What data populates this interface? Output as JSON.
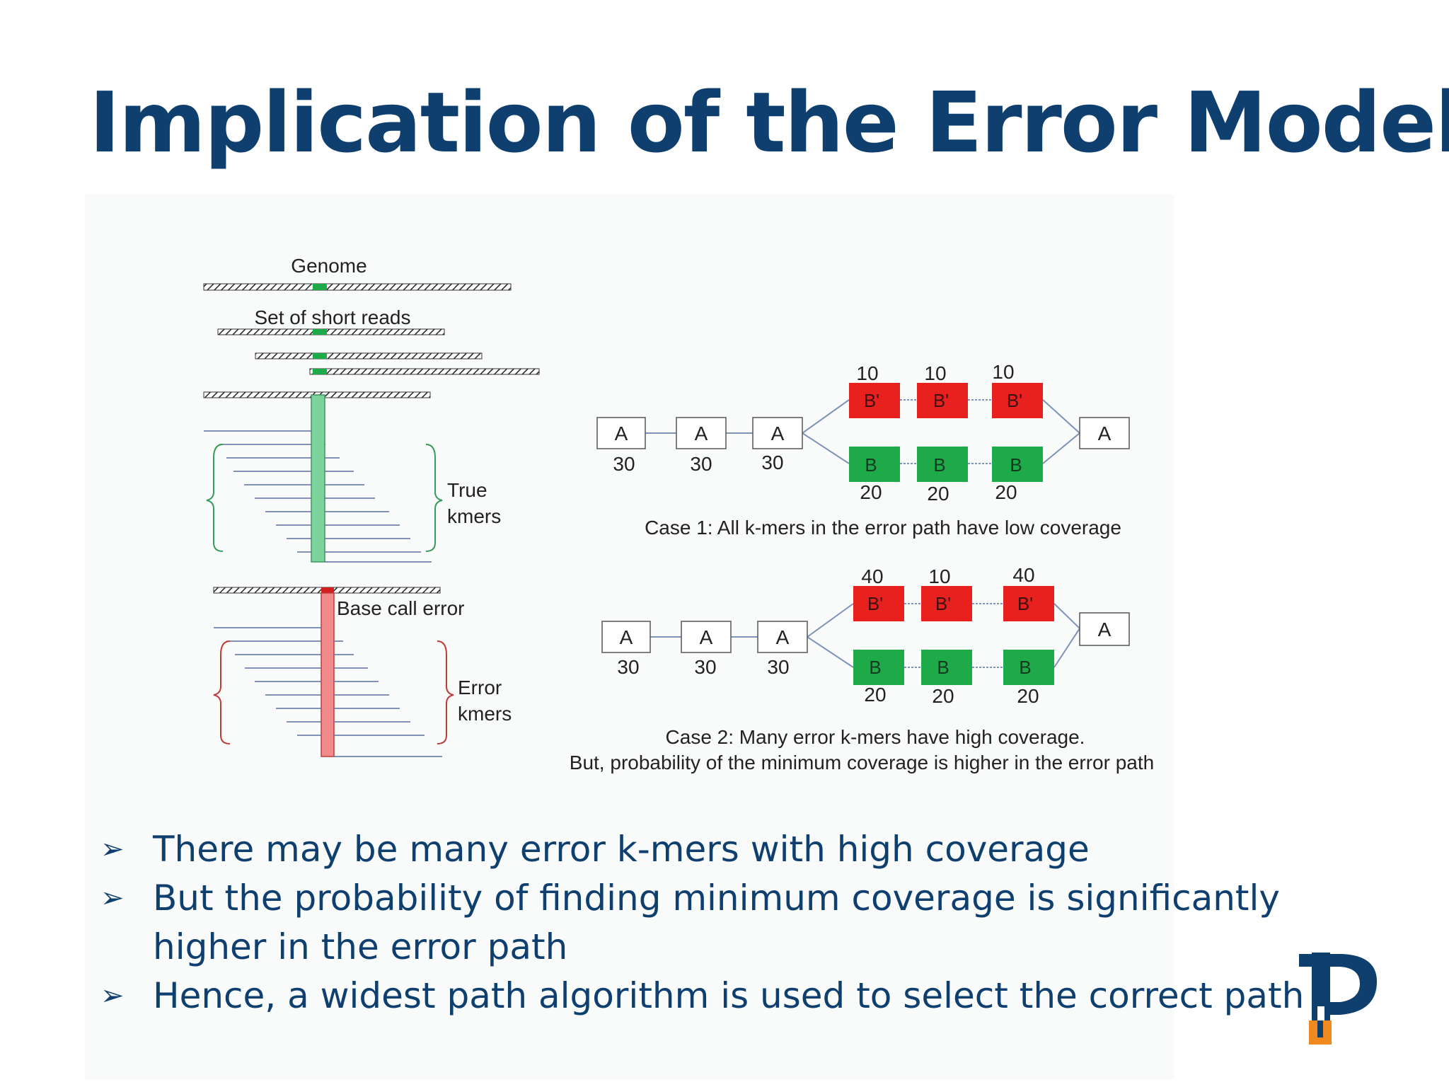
{
  "slide": {
    "title": "Implication of the Error Model"
  },
  "left_panel": {
    "genome_label": "Genome",
    "reads_label": "Set of short reads",
    "true_kmers_line1": "True",
    "true_kmers_line2": "kmers",
    "base_call_error_label": "Base call error",
    "error_kmers_line1": "Error",
    "error_kmers_line2": "kmers"
  },
  "case1": {
    "nodes_a": [
      {
        "label": "A",
        "coverage": "30"
      },
      {
        "label": "A",
        "coverage": "30"
      },
      {
        "label": "A",
        "coverage": "30"
      }
    ],
    "error_nodes": [
      {
        "label": "B'",
        "coverage": "10"
      },
      {
        "label": "B'",
        "coverage": "10"
      },
      {
        "label": "B'",
        "coverage": "10"
      }
    ],
    "true_nodes": [
      {
        "label": "B",
        "coverage": "20"
      },
      {
        "label": "B",
        "coverage": "20"
      },
      {
        "label": "B",
        "coverage": "20"
      }
    ],
    "end_node": {
      "label": "A"
    },
    "caption": "Case 1: All k-mers in the error path have low coverage"
  },
  "case2": {
    "nodes_a": [
      {
        "label": "A",
        "coverage": "30"
      },
      {
        "label": "A",
        "coverage": "30"
      },
      {
        "label": "A",
        "coverage": "30"
      }
    ],
    "error_nodes": [
      {
        "label": "B'",
        "coverage": "40"
      },
      {
        "label": "B'",
        "coverage": "10"
      },
      {
        "label": "B'",
        "coverage": "40"
      }
    ],
    "true_nodes": [
      {
        "label": "B",
        "coverage": "20"
      },
      {
        "label": "B",
        "coverage": "20"
      },
      {
        "label": "B",
        "coverage": "20"
      }
    ],
    "end_node": {
      "label": "A"
    },
    "caption_line1": "Case 2: Many error k-mers have high coverage.",
    "caption_line2": "But, probability of the minimum coverage is higher in the error path"
  },
  "bullets": {
    "marker": "➢",
    "items": [
      "There may be many error k-mers with high coverage",
      "But the probability of finding minimum coverage is significantly higher in the error path",
      "Hence, a widest path algorithm is used to select the correct path"
    ]
  },
  "colors": {
    "title": "#0e3f6e",
    "error_node": "#e8211f",
    "true_node": "#1faa4a",
    "true_column": "#7dd39c",
    "error_column": "#f08a8a"
  },
  "logo": {
    "icon": "institution-logo-icon"
  }
}
